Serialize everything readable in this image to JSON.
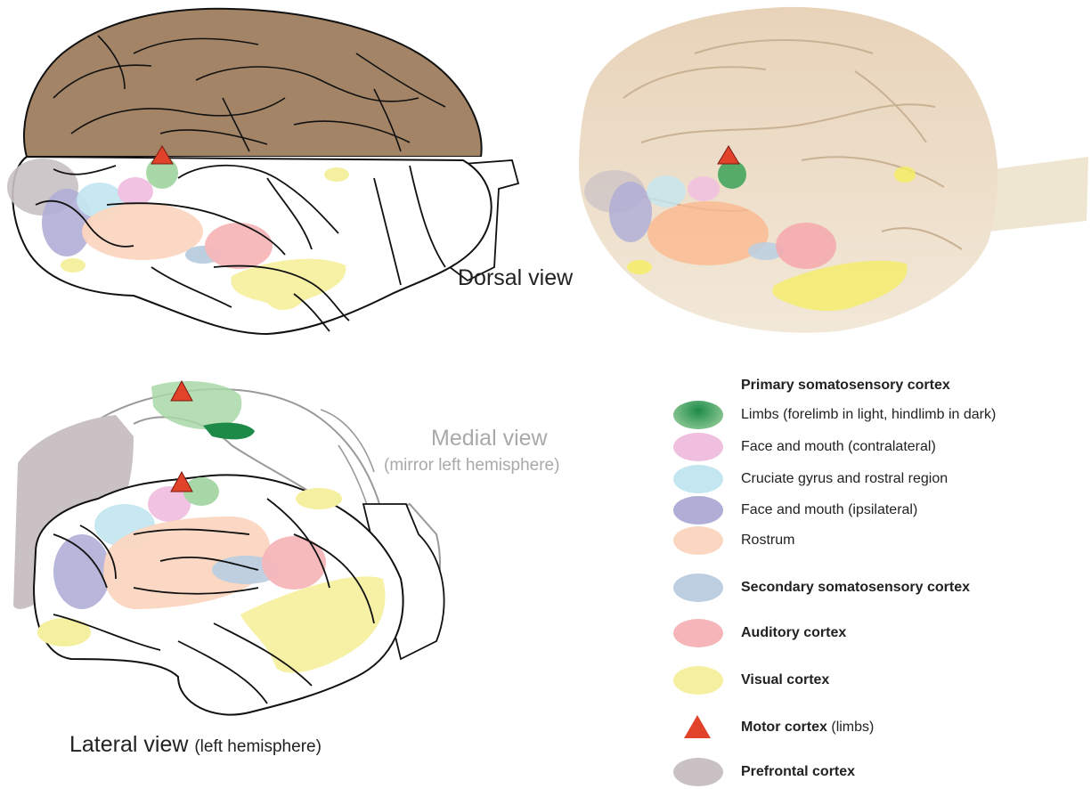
{
  "labels": {
    "dorsal": "Dorsal view",
    "lateral": "Lateral view",
    "lateral_sub": "(left hemisphere)",
    "medial": "Medial view",
    "medial_sub": "(mirror left hemisphere)"
  },
  "legend": {
    "primary_heading": "Primary somatosensory cortex",
    "items": [
      {
        "label": "Limbs (forelimb in light, hindlimb in dark)",
        "color": "#3aa357",
        "bold": false
      },
      {
        "label": "Face and mouth (contralateral)",
        "color": "#f0bfe0",
        "bold": false
      },
      {
        "label": "Cruciate gyrus and rostral region",
        "color": "#c4e6f0",
        "bold": false
      },
      {
        "label": "Face and mouth (ipsilateral)",
        "color": "#b0aed6",
        "bold": false
      },
      {
        "label": "Rostrum",
        "color": "#fbd6c0",
        "bold": false
      },
      {
        "label": "Secondary somatosensory cortex",
        "color": "#bccfe0",
        "bold": true
      },
      {
        "label": "Auditory cortex",
        "color": "#f6b6b9",
        "bold": true
      },
      {
        "label": "Visual cortex",
        "color": "#f5f0a0",
        "bold": true
      },
      {
        "label": "Motor cortex",
        "label_suffix": "(limbs)",
        "color": "#e0422a",
        "bold": true,
        "symbol": "triangle"
      },
      {
        "label": "Prefrontal cortex",
        "color": "#c9c1c4",
        "bold": true
      }
    ]
  },
  "colors": {
    "limbs_light": "#a8d8a8",
    "limbs_dark": "#1d8a48",
    "face_contra": "#f0bfe0",
    "cruciate": "#c4e6f0",
    "face_ipsi": "#b0aed6",
    "rostrum": "#fbd6c0",
    "secondary": "#bccfe0",
    "auditory": "#f6b6b9",
    "visual": "#f5f0a0",
    "motor": "#e0422a",
    "prefrontal": "#c9c1c4"
  }
}
